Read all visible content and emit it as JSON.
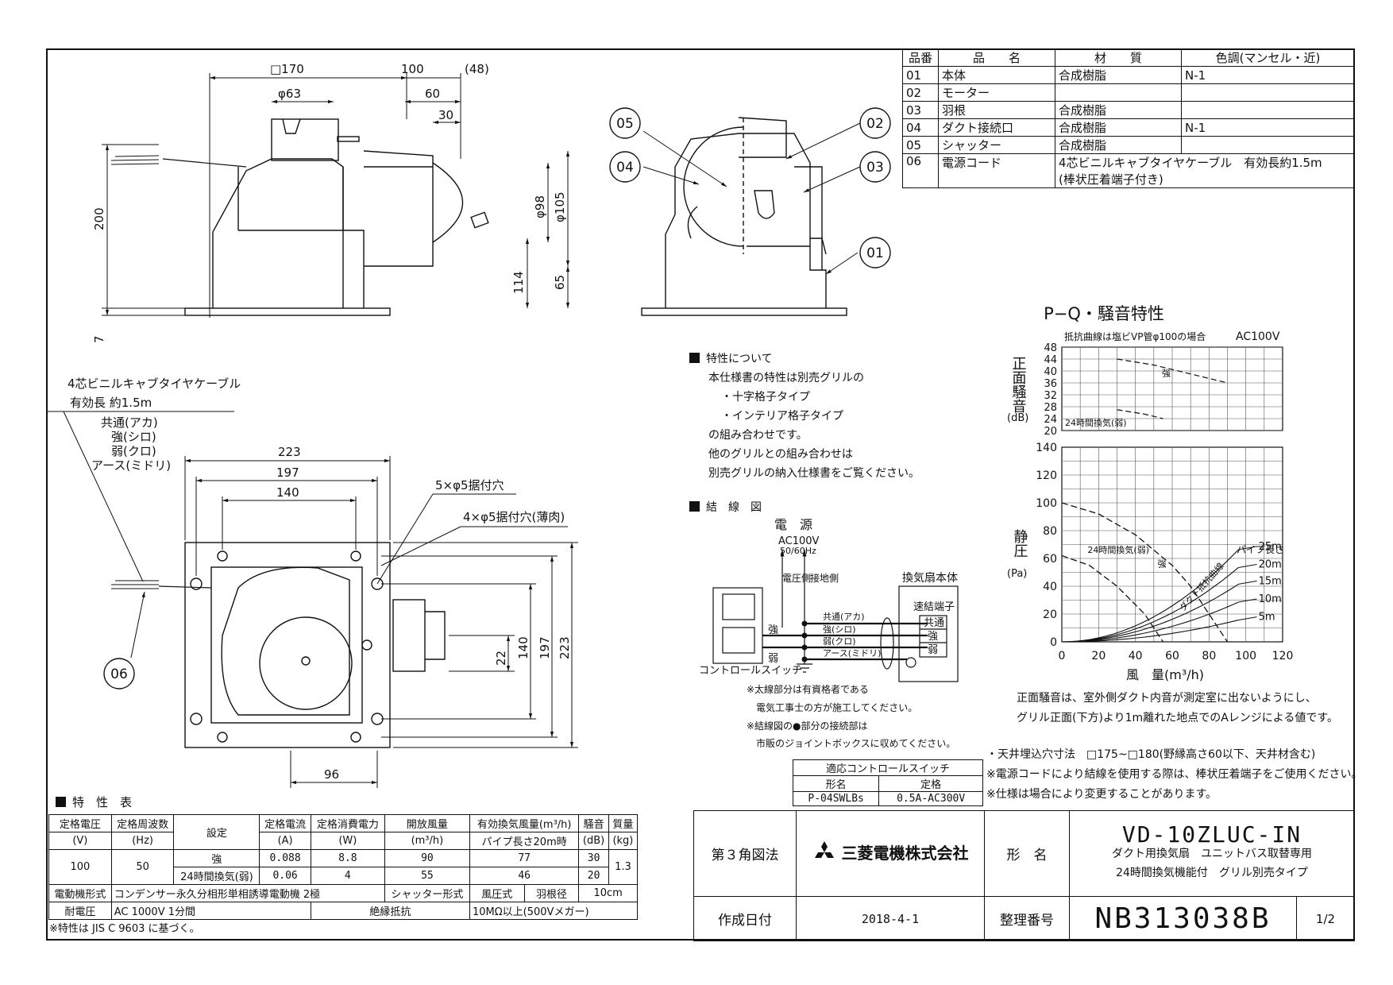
{
  "parts_table": {
    "headers": [
      "品番",
      "品　　名",
      "材　　質",
      "色調(マンセル・近)"
    ],
    "rows": [
      {
        "no": "01",
        "name": "本体",
        "material": "合成樹脂",
        "color": "N-1"
      },
      {
        "no": "02",
        "name": "モーター",
        "material": "",
        "color": ""
      },
      {
        "no": "03",
        "name": "羽根",
        "material": "合成樹脂",
        "color": ""
      },
      {
        "no": "04",
        "name": "ダクト接続口",
        "material": "合成樹脂",
        "color": "N-1"
      },
      {
        "no": "05",
        "name": "シャッター",
        "material": "合成樹脂",
        "color": ""
      },
      {
        "no": "06",
        "name": "電源コード",
        "material": "4芯ビニルキャブタイヤケーブル　有効長約1.5m",
        "material2": "(棒状圧着端子付き)",
        "color": ""
      }
    ]
  },
  "side_view": {
    "dims": {
      "d170": "□170",
      "d63": "φ63",
      "d100": "100",
      "d48": "(48)",
      "d60": "60",
      "d30": "30",
      "d200": "200",
      "d98": "φ98",
      "d105": "φ105",
      "d114": "114",
      "d65": "65",
      "d7": "7"
    }
  },
  "callouts": [
    "05",
    "04",
    "02",
    "03",
    "01",
    "06"
  ],
  "plan_view": {
    "cable_label1": "4芯ビニルキャブタイヤケーブル",
    "cable_label2": "有効長 約1.5m",
    "wires": [
      "共通(アカ)",
      "強(シロ)",
      "弱(クロ)",
      "アース(ミドリ)"
    ],
    "dims": {
      "d223": "223",
      "d197": "197",
      "d140": "140",
      "d96": "96",
      "d22": "22",
      "v140": "140",
      "v197": "197",
      "v223": "223"
    },
    "hole1": "5×φ5据付穴",
    "hole2": "4×φ5据付穴(薄肉)"
  },
  "notes": {
    "heading": "特性について",
    "lines": [
      "本仕様書の特性は別売グリルの",
      "・十字格子タイプ",
      "・インテリア格子タイプ",
      "の組み合わせです。",
      "他のグリルとの組み合わせは",
      "別売グリルの納入仕様書をご覧ください。"
    ]
  },
  "wiring": {
    "heading": "結　線　図",
    "power": "電　源",
    "ac": "AC100V",
    "hz": "50/60Hz",
    "voltage_side": "電圧側",
    "ground_side": "接地側",
    "unit": "換気扇本体",
    "terminal": "速結端子",
    "t_labels": [
      "共通",
      "強",
      "弱"
    ],
    "wire_labels": [
      "共通(アカ)",
      "強(シロ)",
      "弱(クロ)",
      "アース(ミドリ)"
    ],
    "strong": "強",
    "weak": "弱",
    "switch": "コントロールスイッチ",
    "notes": [
      "※太線部分は有資格者である",
      "電気工事士の方が施工してください。",
      "※結線図の●部分の接続部は",
      "市販のジョイントボックスに収めてください。"
    ]
  },
  "control_table": {
    "title": "適応コントロールスイッチ",
    "headers": [
      "形名",
      "定格"
    ],
    "row": [
      "P-04SWLBs",
      "0.5A-AC300V"
    ]
  },
  "chart_data": {
    "type": "line",
    "title": "P−Q・騒音特性",
    "subtitle": "抵抗曲線は塩ビVP管φ100の場合",
    "voltage": "AC100V",
    "noise": {
      "ylabel": "正面騒音",
      "yunit": "(dB)",
      "yticks": [
        20,
        24,
        28,
        32,
        36,
        40,
        44,
        48
      ],
      "ylim": [
        20,
        48
      ],
      "series": [
        {
          "name": "強",
          "x": [
            30,
            50,
            70,
            90
          ],
          "y": [
            44,
            42,
            39,
            36
          ]
        },
        {
          "name": "24時間換気(弱)",
          "x": [
            30,
            45,
            55
          ],
          "y": [
            27,
            25.5,
            24
          ]
        }
      ]
    },
    "pq": {
      "ylabel": "静圧",
      "yunit": "(Pa)",
      "xlabel": "風　量(m³/h)",
      "xticks": [
        0,
        20,
        40,
        60,
        80,
        100,
        120
      ],
      "yticks": [
        0,
        20,
        40,
        60,
        80,
        100,
        120,
        140
      ],
      "xlim": [
        0,
        120
      ],
      "ylim": [
        0,
        140
      ],
      "series": [
        {
          "name": "強",
          "x": [
            0,
            20,
            40,
            60,
            70,
            80,
            90
          ],
          "y": [
            100,
            92,
            77,
            55,
            40,
            20,
            0
          ]
        },
        {
          "name": "24時間換気(弱)",
          "x": [
            0,
            15,
            30,
            45,
            55
          ],
          "y": [
            62,
            55,
            40,
            20,
            0
          ]
        }
      ],
      "resistance_label": "パイプ長さ",
      "resistance_curve_label": "ダクト抵抗曲線",
      "pipe_lengths": [
        {
          "label": "25m",
          "k": 0.0072
        },
        {
          "label": "20m",
          "k": 0.0058
        },
        {
          "label": "15m",
          "k": 0.0045
        },
        {
          "label": "10m",
          "k": 0.0031
        },
        {
          "label": "5m",
          "k": 0.0017
        }
      ]
    },
    "footnote": [
      "正面騒音は、室外側ダクト内音が測定室に出ないようにし、",
      "グリル正面(下方)より1m離れた地点でのAレンジによる値です。"
    ]
  },
  "remarks": [
    "・天井埋込穴寸法　□175~□180(野縁高さ60以下、天井材含む)",
    "※電源コードにより結線を使用する際は、棒状圧着端子をご使用ください。",
    "※仕様は場合により変更することがあります。"
  ],
  "spec_table": {
    "heading": "特　性　表",
    "h1": [
      "定格電圧",
      "定格周波数",
      "設定",
      "定格電流",
      "定格消費電力",
      "開放風量",
      "有効換気風量(m³/h)",
      "騒音",
      "質量"
    ],
    "h2": [
      "(V)",
      "(Hz)",
      "(A)",
      "(W)",
      "(m³/h)",
      "パイプ長さ20m時",
      "(dB)",
      "(kg)"
    ],
    "voltage": "100",
    "freq": "50",
    "mass": "1.3",
    "rows": [
      {
        "mode": "強",
        "current": "0.088",
        "power": "8.8",
        "open": "90",
        "eff": "77",
        "noise": "30"
      },
      {
        "mode": "24時間換気(弱)",
        "current": "0.06",
        "power": "4",
        "open": "55",
        "eff": "46",
        "noise": "20"
      }
    ],
    "motor_label": "電動機形式",
    "motor": "コンデンサー永久分相形単相誘導電動機 2極",
    "shutter_label": "シャッター形式",
    "shutter": "風圧式",
    "blade_label": "羽根径",
    "blade": "10cm",
    "withstand_label": "耐電圧",
    "withstand": "AC 1000V 1分間",
    "insulation_label": "絶縁抵抗",
    "insulation": "10MΩ以上(500Vメガー)",
    "footnote": "※特性は JIS C 9603 に基づく。"
  },
  "title_block": {
    "projection": "第３角図法",
    "company": "三菱電機株式会社",
    "model_label": "形　名",
    "model": "VD-10ZLUC-IN",
    "desc1": "ダクト用換気扇　ユニットバス取替専用",
    "desc2": "24時間換気機能付　グリル別売タイプ",
    "date_label": "作成日付",
    "date": "2018-4-1",
    "number_label": "整理番号",
    "number": "NB313038B",
    "page": "1/2"
  }
}
